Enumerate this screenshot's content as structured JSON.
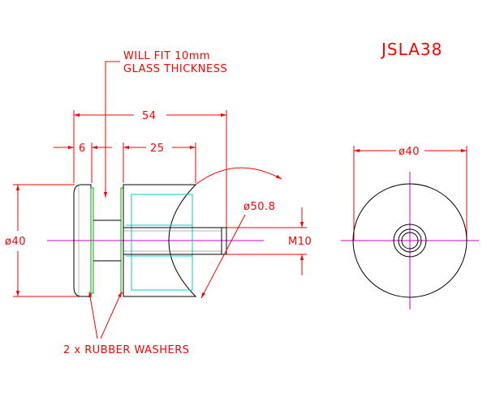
{
  "drawing": {
    "code": "JSLA38",
    "note_glass_line1": "WILL FIT 10mm",
    "note_glass_line2": "GLASS THICKNESS",
    "note_washers": "2 x RUBBER WASHERS",
    "dim_overall_length": "54",
    "dim_cap_thickness": "6",
    "dim_body_length": "25",
    "dim_side_diameter": "ø40",
    "dim_arc_diameter": "ø50.8",
    "dim_thread": "M10",
    "dim_end_diameter": "ø40"
  },
  "colors": {
    "outline": "#000000",
    "dimension": "#ff0000",
    "centerline": "#cc00cc",
    "washer": "#00aa00",
    "hidden": "#00cccc"
  }
}
